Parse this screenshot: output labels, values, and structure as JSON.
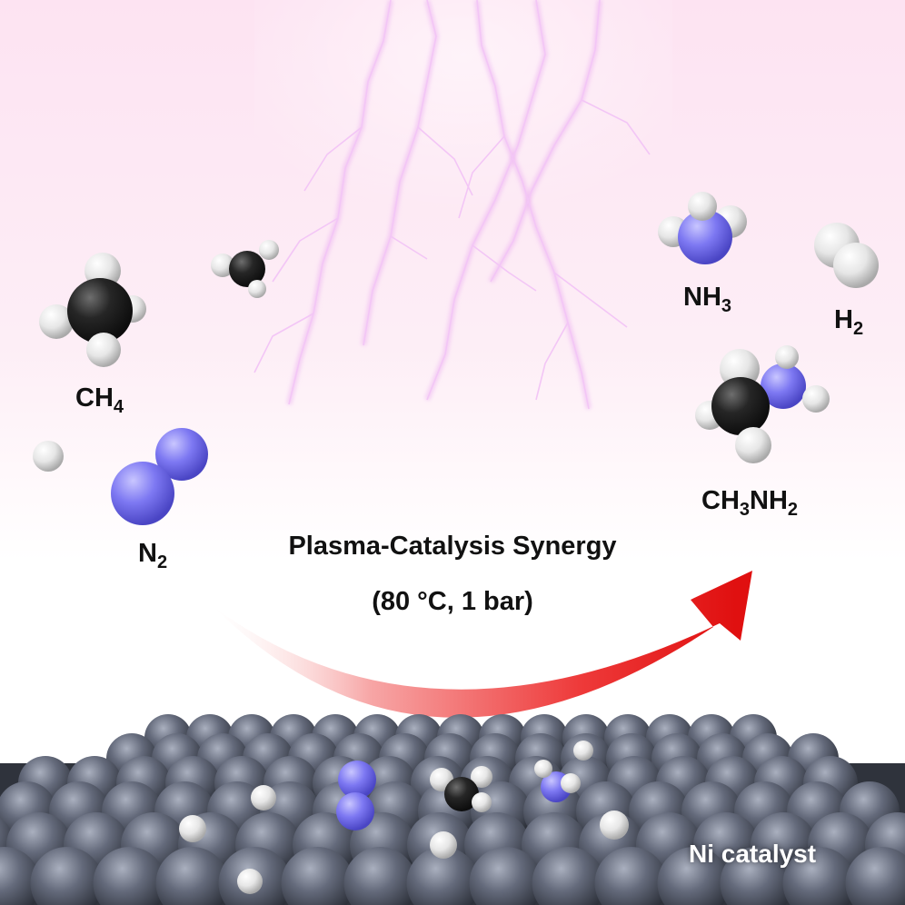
{
  "reactants": {
    "ch4": {
      "main": "CH",
      "sub": "4"
    },
    "n2": {
      "main": "N",
      "sub": "2"
    }
  },
  "products": {
    "nh3": {
      "main": "NH",
      "sub": "3"
    },
    "h2": {
      "main": "H",
      "sub": "2"
    },
    "ch3nh2": {
      "main1": "CH",
      "sub1": "3",
      "main2": "NH",
      "sub2": "2"
    }
  },
  "process": {
    "title": "Plasma-Catalysis Synergy",
    "conditions": "(80 °C, 1 bar)"
  },
  "catalyst": {
    "label": "Ni catalyst"
  },
  "colors": {
    "carbon": "#262626",
    "hydrogen": "#e8e8e8",
    "nitrogen": "#7d78f2",
    "nickel": "#5f6576",
    "arrow": "#e21b1b",
    "plasma": "#e9a7ef"
  }
}
